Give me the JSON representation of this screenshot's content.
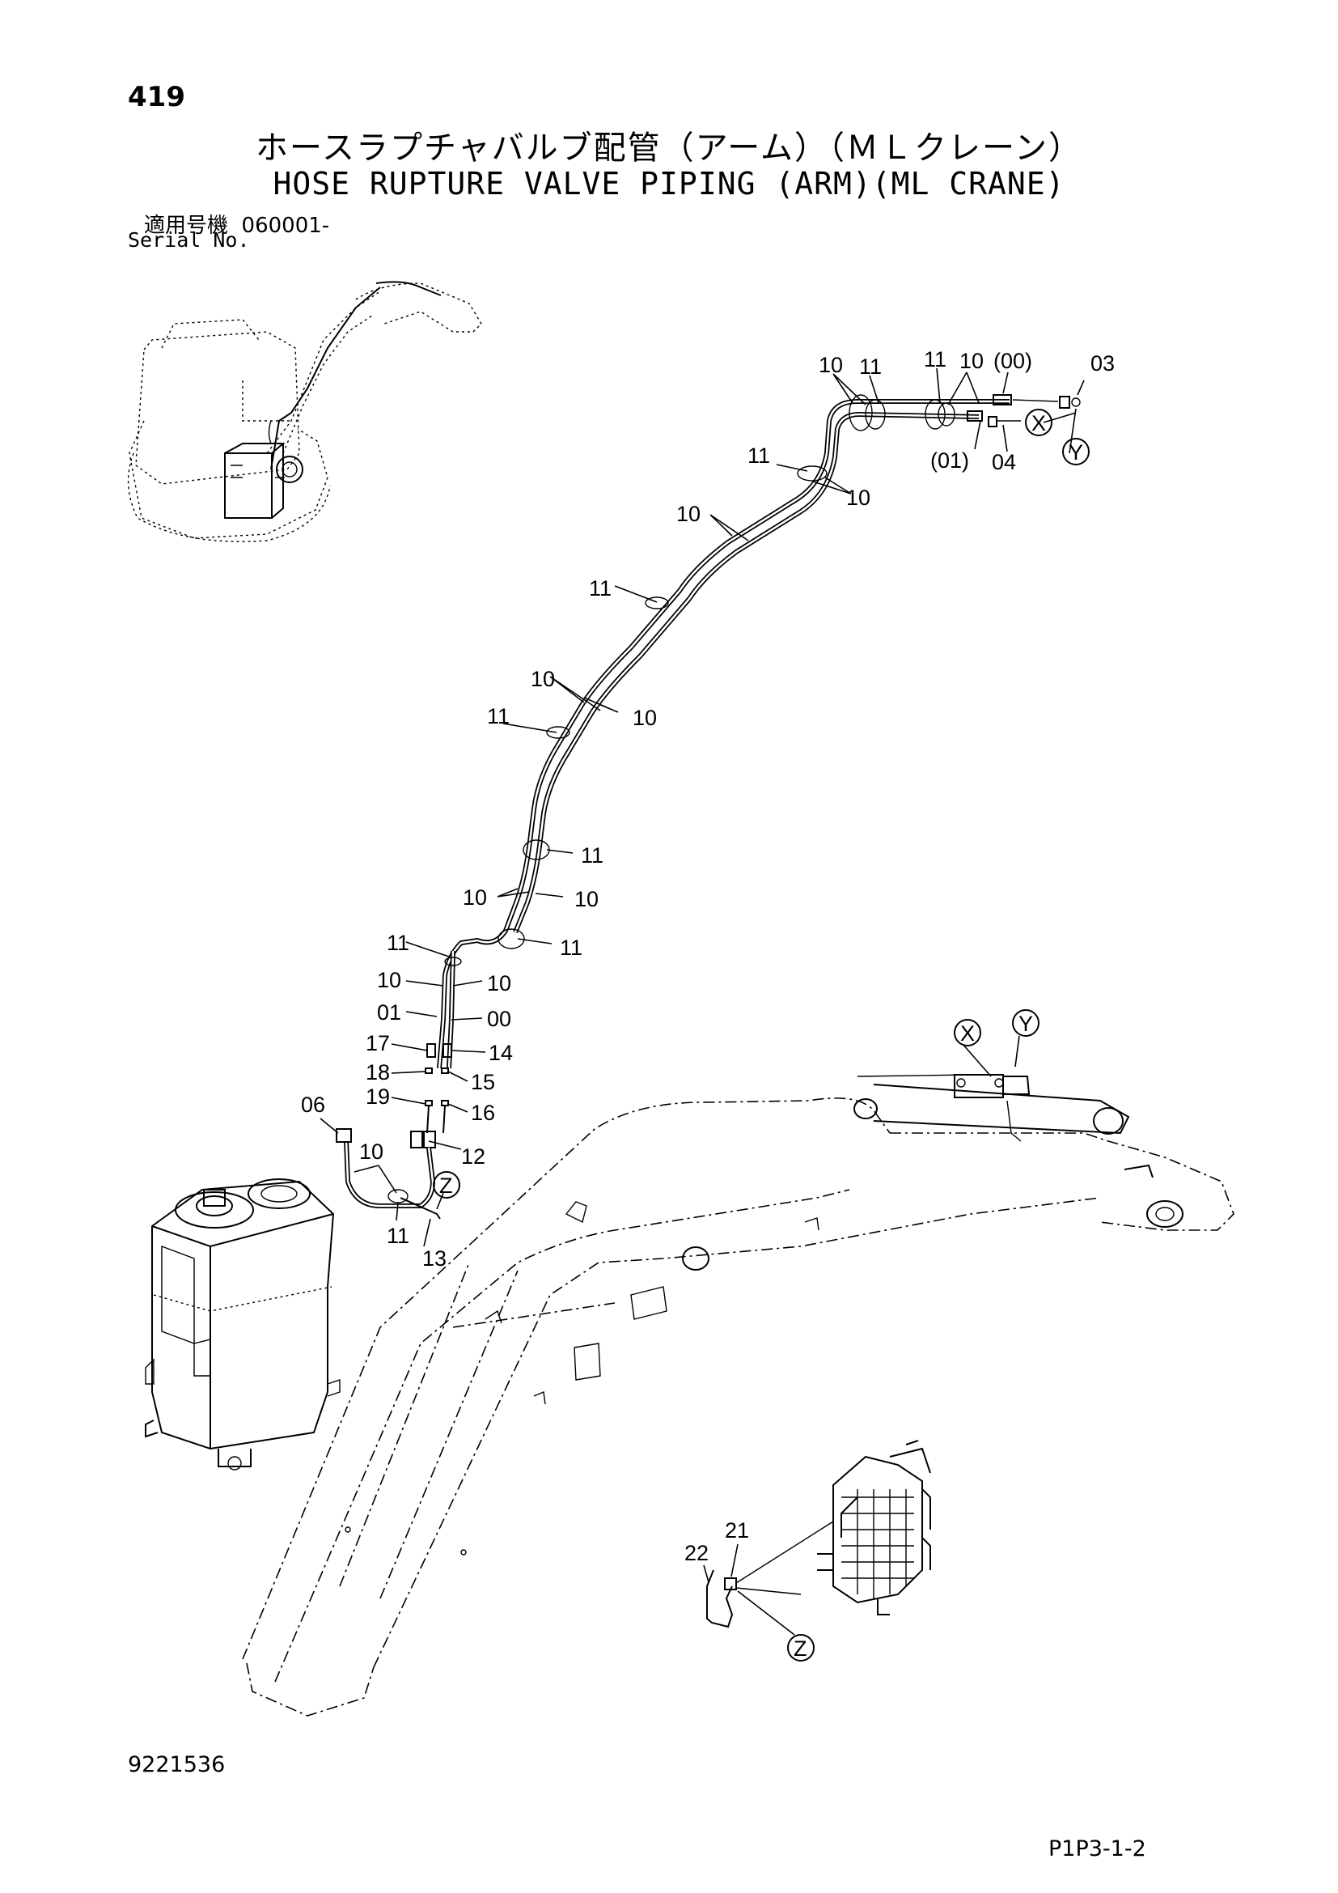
{
  "header": {
    "page_number": "419",
    "title_jp": "ホースラプチャバルブ配管（アーム）（ＭＬクレーン）",
    "title_en": "HOSE RUPTURE VALVE PIPING (ARM)(ML CRANE)",
    "serial_label_jp": "適用号機",
    "serial_value": "060001-",
    "serial_label_en": "Serial No."
  },
  "footer": {
    "doc_number": "9221536",
    "page_code": "P1P3-1-2"
  },
  "callouts": {
    "c00a": "(00)",
    "c03": "03",
    "c01a": "(01)",
    "c04": "04",
    "c10a": "10",
    "c11a": "11",
    "c11b": "11",
    "c10b": "10",
    "c11c": "11",
    "c10c": "10",
    "c10d": "10",
    "c11d": "11",
    "c10e": "10",
    "c11e": "11",
    "c10f": "10",
    "c11f": "11",
    "c10g": "10",
    "c10h": "10",
    "c11g": "11",
    "c11h": "11",
    "c10i": "10",
    "c10j": "10",
    "c01": "01",
    "c00": "00",
    "c17": "17",
    "c14": "14",
    "c18": "18",
    "c15": "15",
    "c19": "19",
    "c16": "16",
    "c06": "06",
    "c10k": "10",
    "c12": "12",
    "c11i": "11",
    "c13": "13",
    "c22": "22",
    "c21": "21"
  },
  "detail_markers": {
    "x_top": "X",
    "y_top": "Y",
    "x_boom": "X",
    "y_boom": "Y",
    "z_hose": "Z",
    "z_valve": "Z"
  }
}
